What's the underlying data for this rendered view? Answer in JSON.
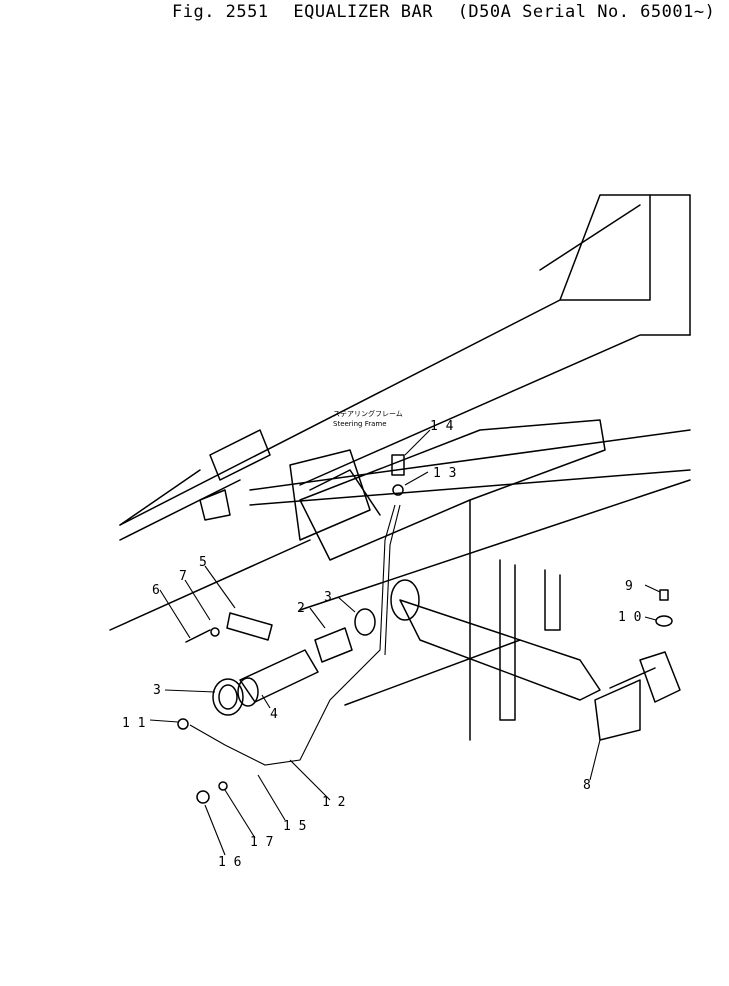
{
  "figure": {
    "number": "Fig. 2551",
    "title": "EQUALIZER BAR",
    "serial": "(D50A Serial No. 65001~)"
  },
  "annotations": {
    "frame_jp": "ステアリングフレーム",
    "frame_en": "Steering Frame"
  },
  "callouts": [
    "1 1",
    "2",
    "3",
    "3",
    "4",
    "5",
    "6",
    "7",
    "8",
    "9",
    "1 0",
    "1 2",
    "1 3",
    "1 4",
    "1 5",
    "1 6",
    "1 7"
  ]
}
